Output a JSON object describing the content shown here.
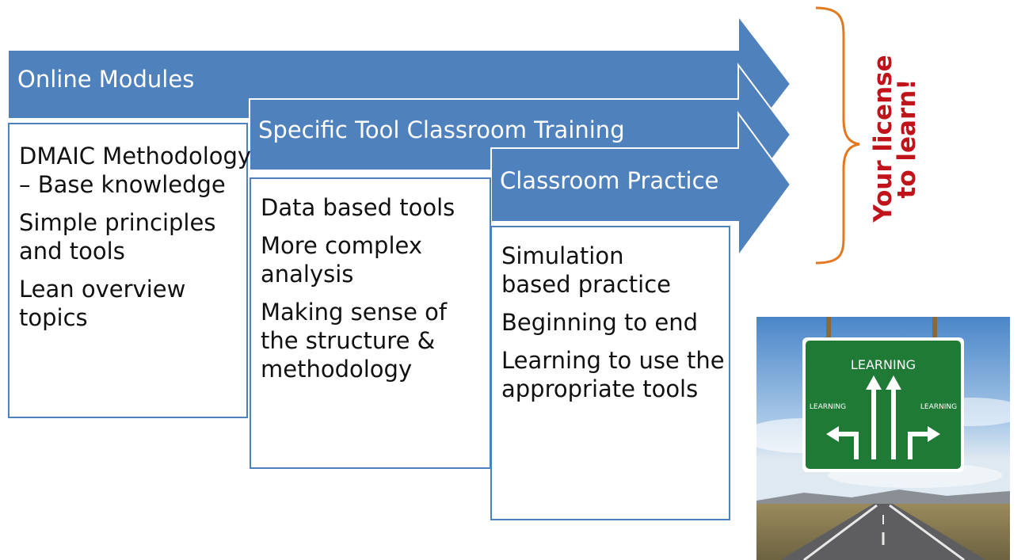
{
  "arrows": [
    {
      "title": "Online Modules"
    },
    {
      "title": "Specific Tool Classroom Training"
    },
    {
      "title": "Classroom Practice"
    }
  ],
  "boxes": [
    {
      "items": [
        "DMAIC Methodology – Base knowledge",
        "Simple principles and tools",
        "Lean overview topics"
      ]
    },
    {
      "items": [
        "Data based tools",
        "More complex analysis",
        "Making sense of the structure & methodology"
      ]
    },
    {
      "items": [
        "Simulation based practice",
        "Beginning to end",
        "Learning to use the appropriate tools"
      ]
    }
  ],
  "license": {
    "line1": "Your license",
    "line2": "to learn!"
  },
  "sign": {
    "main": "LEARNING",
    "left": "LEARNING",
    "right": "LEARNING"
  },
  "colors": {
    "arrow_fill": "#4f81bd",
    "arrow_stroke": "#ffffff",
    "box_border": "#4f81bd",
    "brace": "#e3781e",
    "license_text": "#c0141a",
    "sign_green": "#1e7a35"
  }
}
